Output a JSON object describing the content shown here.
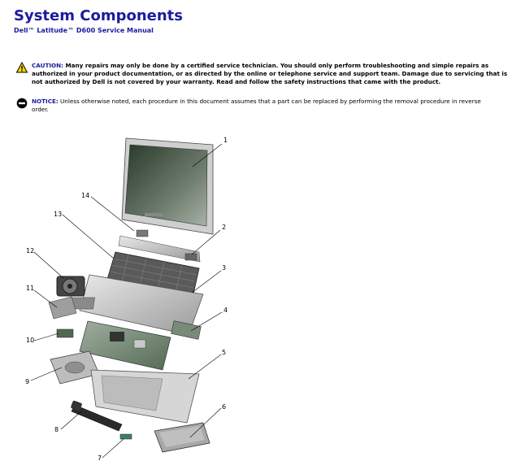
{
  "header": {
    "title": "System Components",
    "subtitle": "Dell™ Latitude™ D600 Service Manual"
  },
  "caution": {
    "label": "CAUTION:",
    "text": " Many repairs may only be done by a certified service technician. You should only perform troubleshooting and simple repairs as authorized in your product documentation, or as directed by the online or telephone service and support team. Damage due to servicing that is not authorized by Dell is not covered by your warranty. Read and follow the safety instructions that came with the product."
  },
  "notice": {
    "label": "NOTICE:",
    "text": " Unless otherwise noted, each procedure in this document assumes that a part can be replaced by performing the removal procedure in reverse order."
  },
  "diagram": {
    "callouts": [
      "1",
      "2",
      "3",
      "4",
      "5",
      "6",
      "7",
      "8",
      "9",
      "10",
      "11",
      "12",
      "13",
      "14"
    ]
  },
  "colors": {
    "heading": "#1b1b9c"
  }
}
